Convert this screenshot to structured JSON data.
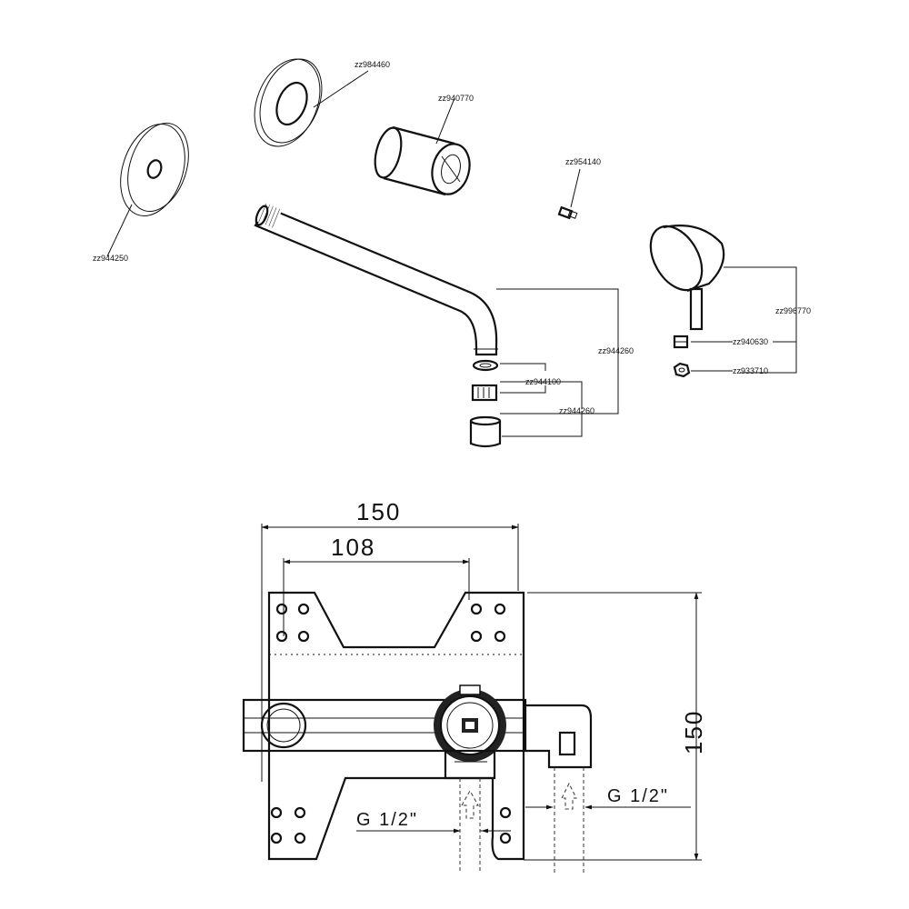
{
  "exploded_view": {
    "parts": {
      "cover_ring": "zz984460",
      "sleeve": "zz940770",
      "grub_screw": "zz954140",
      "rosette": "zz944250",
      "handle": "zz996770",
      "spout": "zz944260",
      "aerator": "zz944100",
      "aerator_housing": "zz944260",
      "handle_insert": "zz940630",
      "handle_nut": "zz933710"
    }
  },
  "dimension_drawing": {
    "width_total": "150",
    "width_inner": "108",
    "height": "150",
    "inlet_left": "G 1/2\"",
    "inlet_right": "G 1/2\""
  }
}
